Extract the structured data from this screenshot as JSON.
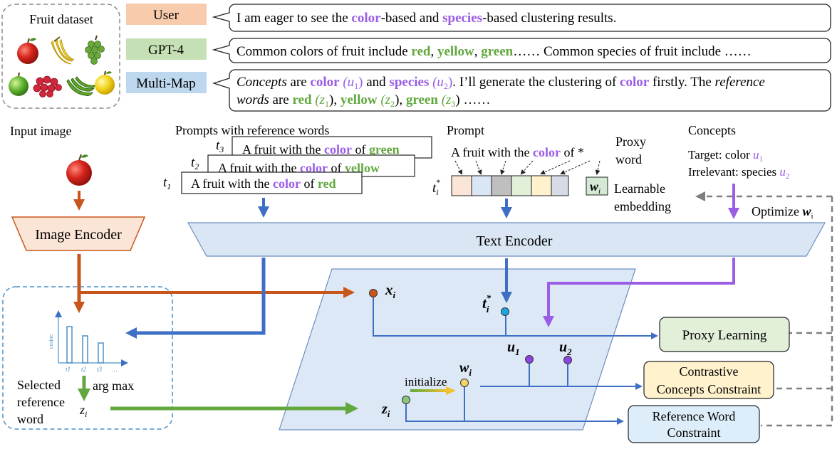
{
  "dataset": {
    "title": "Fruit dataset",
    "fruit_icons": [
      "red-apple-icon",
      "banana-icon",
      "green-grape-icon",
      "green-apple-icon",
      "red-berries-icon",
      "green-banana-icon",
      "yellow-apple-icon"
    ]
  },
  "dialogue": {
    "user_label": "User",
    "gpt_label": "GPT-4",
    "multimap_label": "Multi-Map",
    "user_msg": {
      "p1": "I am eager to see the ",
      "color": "color",
      "p2": "-based and ",
      "species": "species",
      "p3": "-based clustering results."
    },
    "gpt_msg": {
      "p1": "Common colors of fruit include ",
      "red": "red",
      "c1": ", ",
      "yellow": "yellow",
      "c2": ", ",
      "green": "green",
      "p2": "…… Common species of fruit include ……"
    },
    "mm_msg": {
      "concepts": "Concepts",
      "are": " are ",
      "color": "color",
      "u1": " (u",
      "u1_sub": "1",
      "close1": ")",
      "and": " and ",
      "species": "species",
      "u2": " (u",
      "u2_sub": "2",
      "close2": ")",
      "p2": ". I’ll generate the clustering of ",
      "color2": "color",
      "p3": " firstly. The ",
      "ref": "reference",
      "words": "words",
      "are2": " are ",
      "red": "red",
      "z1": " (z",
      "z1_sub": "1",
      "c1": "), ",
      "yellow": "yellow",
      "z2": " (z",
      "z2_sub": "2",
      "c2": "), ",
      "green": "green",
      "z3": " (z",
      "z3_sub": "3",
      "c3": ") ……"
    }
  },
  "labels": {
    "input_image": "Input image",
    "image_encoder": "Image Encoder",
    "prompts_ref": "Prompts with reference words",
    "prompt": "Prompt",
    "proxy_word": [
      "Proxy",
      "word"
    ],
    "learnable": [
      "Learnable",
      "embedding"
    ],
    "concepts": "Concepts",
    "target": "Target: color ",
    "irrelevant": "Irrelevant: species ",
    "u1": "u",
    "u1_sub": "1",
    "u2": "u",
    "u2_sub": "2",
    "text_encoder": "Text Encoder",
    "optimize": "Optimize ",
    "optimize_w": "w",
    "optimize_w_sub": "i",
    "selected": [
      "Selected",
      "reference",
      "word"
    ],
    "argmax": "arg max",
    "initialize": "initialize",
    "proxy_learning": "Proxy Learning",
    "contrastive": [
      "Contrastive",
      "Concepts Constraint"
    ],
    "reference_constraint": [
      "Reference Word",
      "Constraint"
    ]
  },
  "prompts": [
    {
      "t": "t",
      "sub": "3",
      "pre": "A fruit with the ",
      "color": "color",
      "of": " of ",
      "word": "green"
    },
    {
      "t": "t",
      "sub": "2",
      "pre": "A fruit with the ",
      "color": "color",
      "of": " of ",
      "word": "yellow"
    },
    {
      "t": "t",
      "sub": "1",
      "pre": "A fruit with the ",
      "color": "color",
      "of": " of ",
      "word": "red"
    }
  ],
  "prompt_star": {
    "pre": "A fruit with the ",
    "color": "color",
    "post": " of *",
    "t": "t",
    "sub": "i",
    "sup": "*",
    "w": "w",
    "w_sub": "i"
  },
  "plane_points": {
    "x": "x",
    "x_sub": "i",
    "t": "t",
    "t_sub": "i",
    "t_sup": "*",
    "u1": "u",
    "u1_sub": "1",
    "u2": "u",
    "u2_sub": "2",
    "w": "w",
    "w_sub": "i",
    "z": "z",
    "z_sub": "i"
  },
  "mini_chart": {
    "ylabel": "cosine",
    "ticks": [
      "t1",
      "t2",
      "t3",
      "…"
    ],
    "z_label": "z",
    "z_sub": "i"
  },
  "colors": {
    "purple": "#9b5de5",
    "green": "#62a83e",
    "orange_brown": "#c8561c",
    "blue": "#3f6fc4",
    "user_box": "#f8cbad",
    "gpt_box": "#c5e0b4",
    "mm_box": "#bdd7ee",
    "encoder_fill": "#dae6f3",
    "plane_fill": "#dce8f5",
    "proxy_fill": "#e2efd9",
    "contrastive_fill": "#fff2cc",
    "reference_fill": "#ddeefa"
  }
}
